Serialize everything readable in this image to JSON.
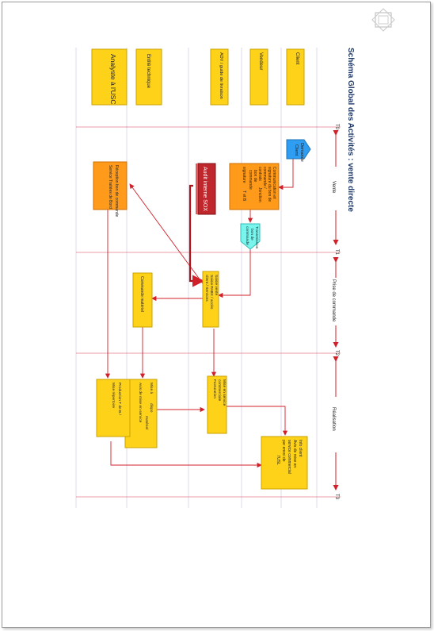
{
  "diagram": {
    "title": "Schéma Global des Activités : vente directe",
    "actors": [
      "Client",
      "Vendeur",
      "ADV / guide de livraison",
      "Entité technique",
      "Analyste à l'USC"
    ],
    "phases": {
      "vente": "Vente",
      "prise": "Prise de commande",
      "realisation": "Réalisation"
    },
    "milestones": {
      "t0": "T0",
      "t1": "T1",
      "t2": "T2",
      "t3": "T3"
    },
    "nodes": {
      "demande": [
        "Demande",
        "Client"
      ],
      "communication": [
        "Communication et",
        "signature du bon de",
        "commande /",
        "contrats",
        "Jonction",
        "bon de",
        "commande",
        "signature",
        "T et B"
      ],
      "transmission": [
        "Transmission",
        "bon de",
        "commande"
      ],
      "audit": "Audit interne SOX",
      "reception": [
        "Réception bon de commande",
        "Service Traitées de Bord"
      ],
      "saisie": [
        "Saisie vente",
        "Saisie PABX / accès",
        "client / Services"
      ],
      "commande_materiel": "Commande matériel",
      "mise_service": [
        "Mise en service",
        "commerciale",
        "Facturation"
      ],
      "mise_disposition": [
        "Mise à",
        "dispo",
        "matériel",
        "Avis de mise en service"
      ],
      "production": [
        "Production T de B /",
        "Mise répertoire"
      ],
      "info_client": [
        "Info client",
        "Avis de mise en",
        "service commercial",
        "par envoi de",
        "l'USL"
      ]
    }
  }
}
